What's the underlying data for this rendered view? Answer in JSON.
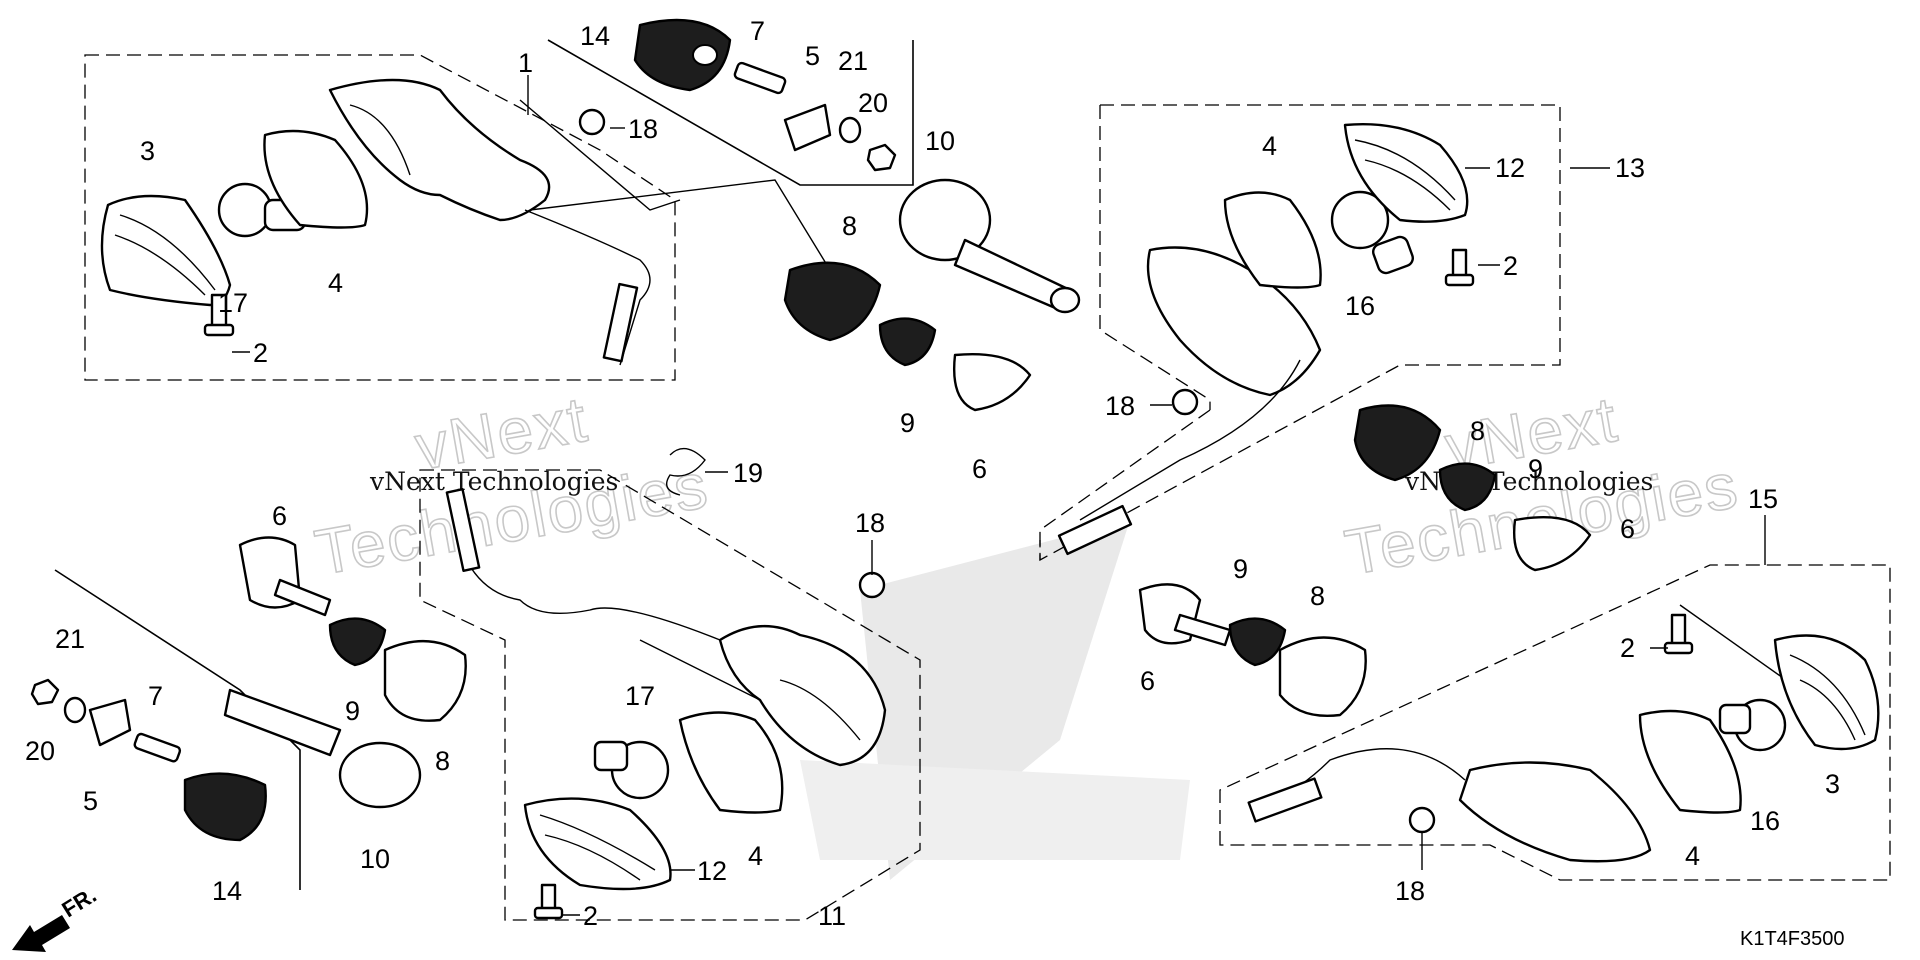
{
  "diagram": {
    "code": "K1T4F3500",
    "direction_label": "FR.",
    "watermark": {
      "brand_line_1": "vNext",
      "brand_line_2": "Technologies",
      "overlay_text": "vNext Technologies",
      "overlay_text_2": "vNext Technologies"
    },
    "callouts": {
      "c1": "1",
      "c2a": "2",
      "c2b": "2",
      "c2c": "2",
      "c2d": "2",
      "c3a": "3",
      "c3b": "3",
      "c4a": "4",
      "c4b": "4",
      "c4c": "4",
      "c4d": "4",
      "c5a": "5",
      "c5b": "5",
      "c6a": "6",
      "c6b": "6",
      "c6c": "6",
      "c6d": "6",
      "c7a": "7",
      "c7b": "7",
      "c8a": "8",
      "c8b": "8",
      "c8c": "8",
      "c8d": "8",
      "c9a": "9",
      "c9b": "9",
      "c9c": "9",
      "c9d": "9",
      "c10a": "10",
      "c10b": "10",
      "c11": "11",
      "c12a": "12",
      "c12b": "12",
      "c13": "13",
      "c14a": "14",
      "c14b": "14",
      "c15": "15",
      "c16a": "16",
      "c16b": "16",
      "c17a": "17",
      "c17b": "17",
      "c18a": "18",
      "c18b": "18",
      "c18c": "18",
      "c18d": "18",
      "c19": "19",
      "c20a": "20",
      "c20b": "20",
      "c21a": "21",
      "c21b": "21"
    }
  }
}
